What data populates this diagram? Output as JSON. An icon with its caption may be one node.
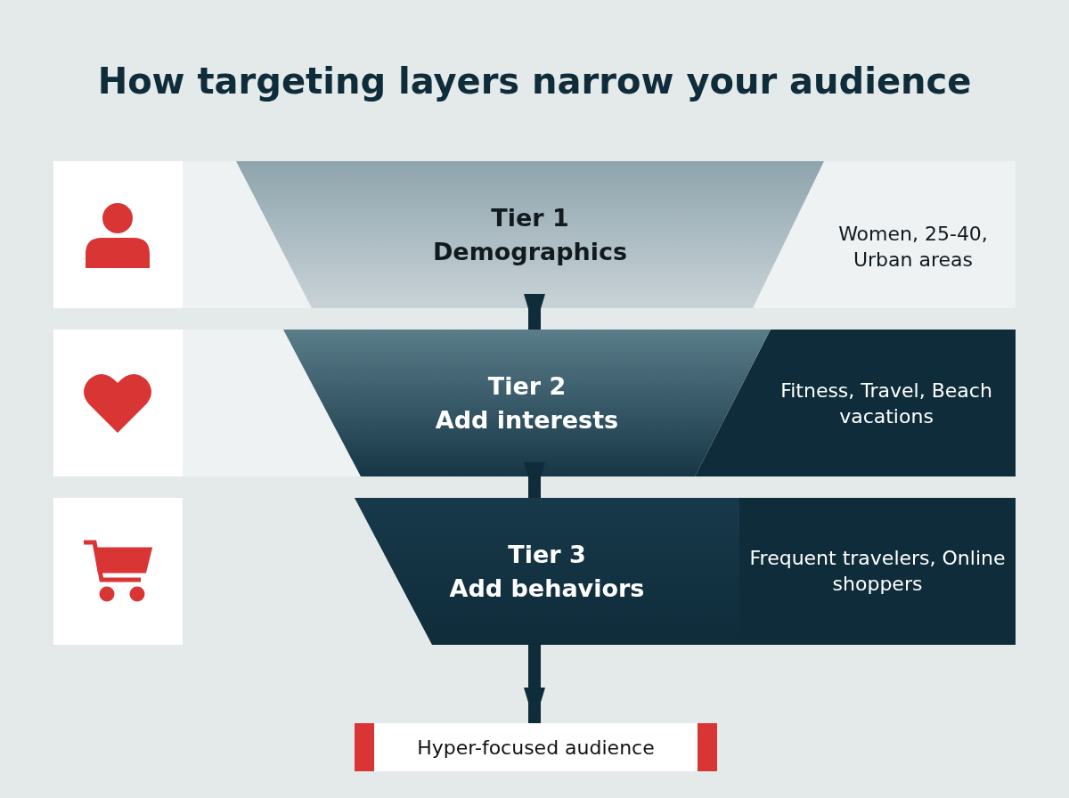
{
  "diagram": {
    "title": "How targeting layers narrow your audience",
    "nodes": [
      {
        "text": [
          "Tier 1",
          "Demographics"
        ],
        "beside": [
          "Women, 25-40, Urban areas"
        ]
      },
      {
        "text": [
          "Tier 2",
          "Add interests"
        ],
        "beside": [
          "Fitness, Travel, Beach vacations"
        ]
      },
      {
        "text": [
          "Tier 3",
          "Add behaviors"
        ],
        "beside": [
          "Frequent travelers, Online shoppers"
        ]
      },
      {
        "text": [
          "Hyper-focused audience"
        ]
      }
    ],
    "edges": [
      {
        "from": 0,
        "to": 1,
        "arrow": "to"
      },
      {
        "from": 1,
        "to": 2,
        "arrow": "to"
      },
      {
        "from": 2,
        "to": 3,
        "arrow": "to"
      }
    ]
  }
}
